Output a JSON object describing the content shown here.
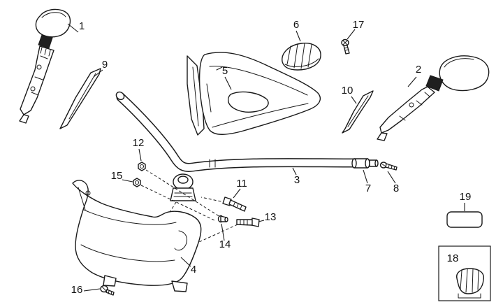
{
  "diagram": {
    "title": "Handlebar exploded parts diagram",
    "background_color": "#ffffff",
    "line_color": "#1a1a1a",
    "parts": [
      {
        "num": "1",
        "name": "left-rearview-mirror"
      },
      {
        "num": "2",
        "name": "right-rearview-mirror"
      },
      {
        "num": "3",
        "name": "handlebar-tube"
      },
      {
        "num": "4",
        "name": "handlebar-lower-cover"
      },
      {
        "num": "5",
        "name": "handlebar-front-cover"
      },
      {
        "num": "6",
        "name": "upper-instrument-cover"
      },
      {
        "num": "7",
        "name": "bar-end-weight"
      },
      {
        "num": "8",
        "name": "bar-end-screw"
      },
      {
        "num": "9",
        "name": "left-mirror-trim-blade"
      },
      {
        "num": "10",
        "name": "right-mirror-trim-blade"
      },
      {
        "num": "11",
        "name": "hex-bolt-upper"
      },
      {
        "num": "12",
        "name": "hex-nut-upper"
      },
      {
        "num": "13",
        "name": "hex-bolt-lower"
      },
      {
        "num": "14",
        "name": "spacer-pin"
      },
      {
        "num": "15",
        "name": "hex-nut-lower"
      },
      {
        "num": "16",
        "name": "cover-fixing-screw"
      },
      {
        "num": "17",
        "name": "top-cover-screw"
      },
      {
        "num": "18",
        "name": "boxed-grip-part"
      },
      {
        "num": "19",
        "name": "blank-label-plate"
      }
    ]
  }
}
